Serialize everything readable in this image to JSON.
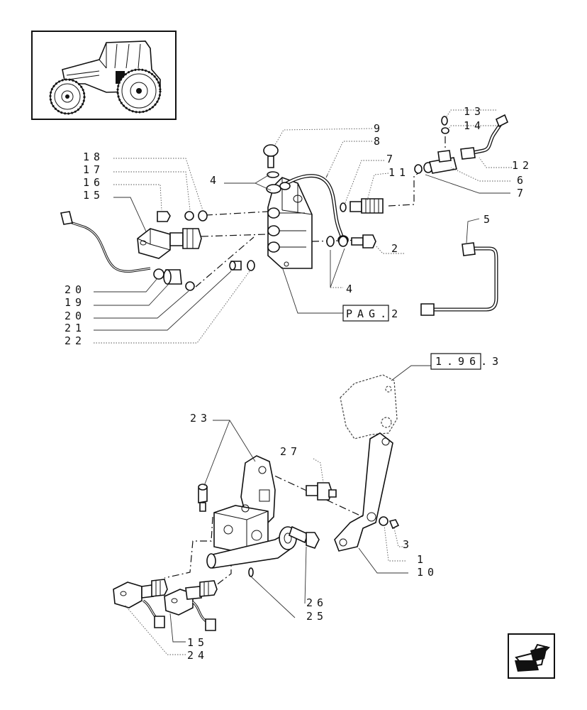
{
  "labels": {
    "l1": "1",
    "l2": "2",
    "l3": "3",
    "l4a": "4",
    "l4b": "4",
    "l5": "5",
    "l6": "6",
    "l7a": "7",
    "l7b": "7",
    "l8": "8",
    "l9": "9",
    "l10": "10",
    "l11": "11",
    "l12": "12",
    "l13": "13",
    "l14": "14",
    "l15a": "15",
    "l15b": "15",
    "l16": "16",
    "l17": "17",
    "l18": "18",
    "l19": "19",
    "l20a": "20",
    "l20b": "20",
    "l21": "21",
    "l22": "22",
    "l23": "23",
    "l24": "24",
    "l25": "25",
    "l26": "26",
    "l27": "27"
  },
  "refs": {
    "pag": "PAG.2",
    "fig": "1.96.3"
  },
  "colors": {
    "line": "#111111",
    "paper": "#ffffff"
  },
  "icons": {
    "thumbnail": "tractor-thumbnail-icon",
    "nav": "back-arrow-icon"
  }
}
